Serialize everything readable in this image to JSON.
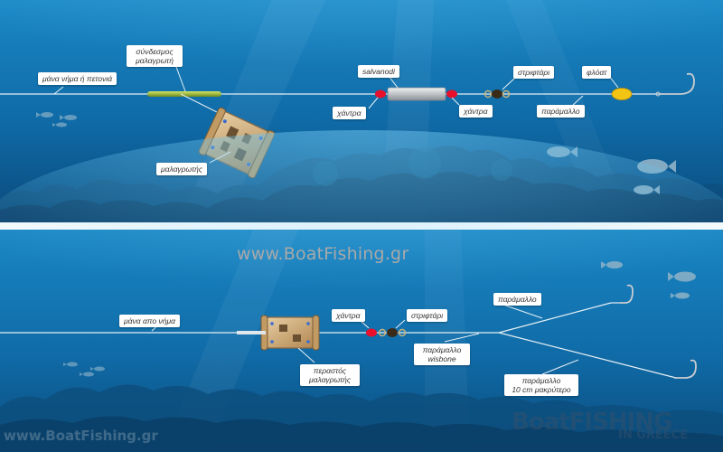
{
  "watermark": "www.BoatFishing.gr",
  "watermark_bottom": "www.BoatFishing.gr",
  "logo": {
    "main": "BoatFISHING",
    "sub": "IN GREECE"
  },
  "top_panel": {
    "labels": {
      "main_line": "μάνα νήμα ή πετονιά",
      "feeder_connector": "σύνδεσμος\nμαλαγρωτή",
      "feeder": "μαλαγρωτής",
      "salvanodi": "salvanodi",
      "bead_left": "χάντρα",
      "bead_right": "χάντρα",
      "swivel": "στριφτάρι",
      "float": "φλόατ",
      "leader": "παράμαλλο"
    }
  },
  "bottom_panel": {
    "labels": {
      "main_line": "μάνα απο νήμα",
      "bead": "χάντρα",
      "swivel": "στριφτάρι",
      "leader_top": "παράμαλλο",
      "wisbone": "παράμαλλο\nwisbone",
      "sliding_feeder": "περαστός\nμαλαγρωτής",
      "leader_long": "παράμαλλο\n10 cm μακρύτερο"
    }
  },
  "colors": {
    "water_top": "#0f78b4",
    "water_deep": "#0a4f80",
    "bead": "#e8102a",
    "float": "#f2c414",
    "feeder": "#c8a06e",
    "connector": "#a8c23a"
  }
}
